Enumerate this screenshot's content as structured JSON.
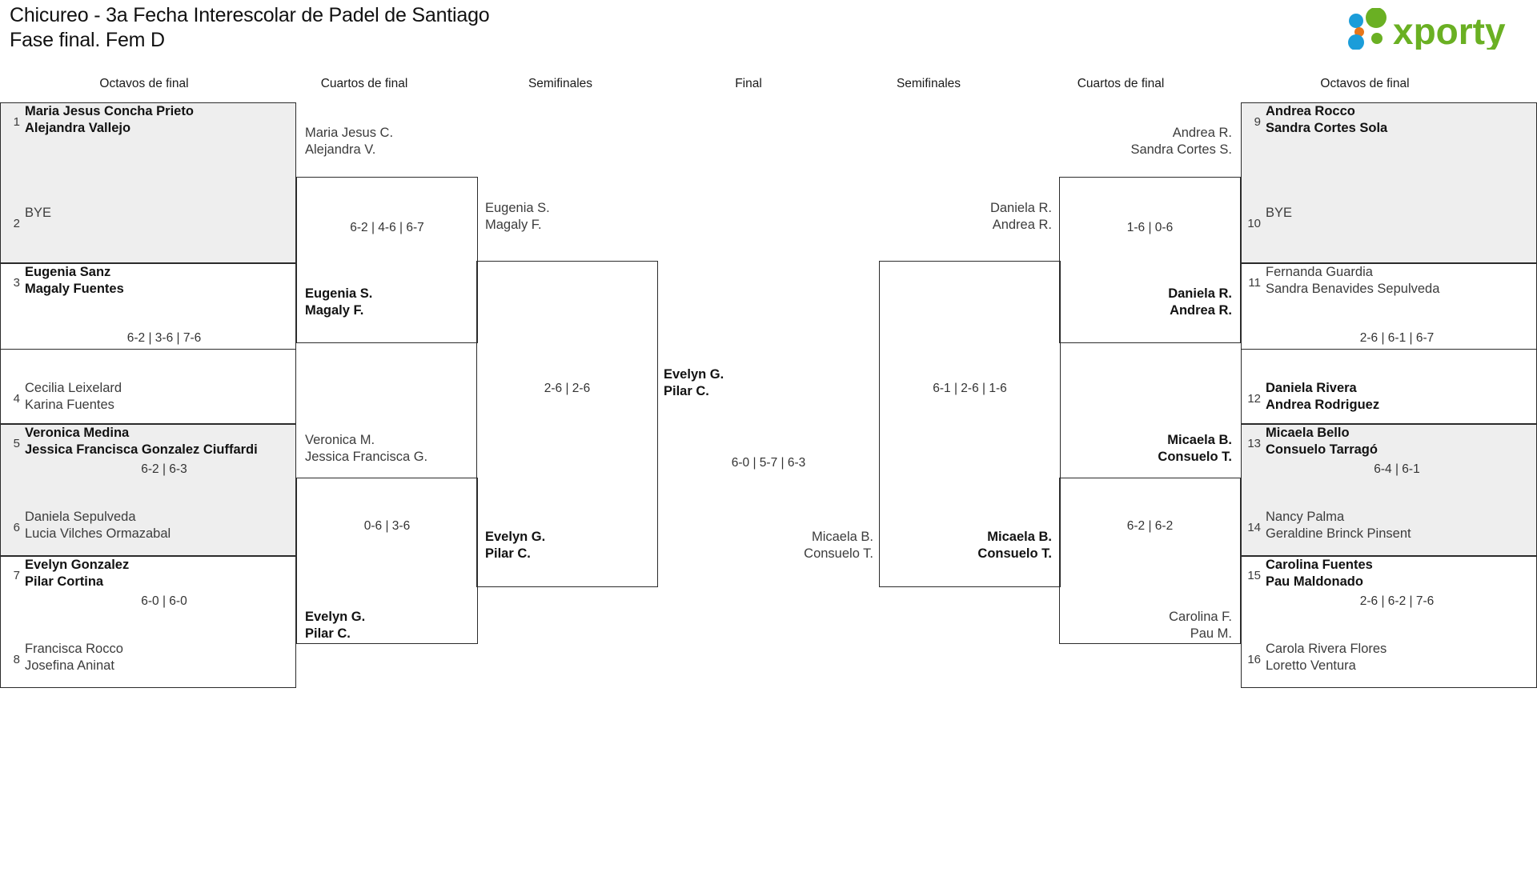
{
  "header": {
    "title_line1": "Chicureo - 3a Fecha Interescolar de Padel de Santiago",
    "title_line2": "Fase final. Fem D",
    "logo_text": "xporty",
    "logo_colors": {
      "green": "#6ab023",
      "blue": "#1b9dd9",
      "orange": "#e8761a"
    }
  },
  "round_labels": {
    "left_r16": "Octavos de final",
    "left_qf": "Cuartos de final",
    "left_sf": "Semifinales",
    "final": "Final",
    "right_sf": "Semifinales",
    "right_qf": "Cuartos de final",
    "right_r16": "Octavos de final"
  },
  "left_r16": [
    {
      "shaded": true,
      "top": {
        "seed": "1",
        "lines": [
          "Maria Jesus Concha Prieto",
          "Alejandra Vallejo"
        ],
        "winner": true
      },
      "bottom": {
        "seed": "2",
        "lines": [
          "BYE"
        ],
        "winner": false,
        "is_bye": true
      },
      "score": ""
    },
    {
      "shaded": false,
      "top": {
        "seed": "3",
        "lines": [
          "Eugenia Sanz",
          "Magaly Fuentes"
        ],
        "winner": true
      },
      "bottom": {
        "seed": "4",
        "lines": [
          "Cecilia Leixelard",
          "Karina Fuentes"
        ],
        "winner": false
      },
      "score": "6-2 | 3-6 | 7-6"
    },
    {
      "shaded": true,
      "top": {
        "seed": "5",
        "lines": [
          "Veronica Medina",
          "Jessica Francisca Gonzalez Ciuffardi"
        ],
        "winner": true
      },
      "bottom": {
        "seed": "6",
        "lines": [
          "Daniela Sepulveda",
          "Lucia Vilches Ormazabal"
        ],
        "winner": false
      },
      "score": "6-2 | 6-3"
    },
    {
      "shaded": false,
      "top": {
        "seed": "7",
        "lines": [
          "Evelyn Gonzalez",
          "Pilar Cortina"
        ],
        "winner": true
      },
      "bottom": {
        "seed": "8",
        "lines": [
          "Francisca Rocco",
          "Josefina Aninat"
        ],
        "winner": false
      },
      "score": "6-0 | 6-0"
    }
  ],
  "right_r16": [
    {
      "shaded": true,
      "top": {
        "seed": "9",
        "lines": [
          "Andrea Rocco",
          "Sandra Cortes Sola"
        ],
        "winner": true
      },
      "bottom": {
        "seed": "10",
        "lines": [
          "BYE"
        ],
        "winner": false,
        "is_bye": true
      },
      "score": ""
    },
    {
      "shaded": false,
      "top": {
        "seed": "11",
        "lines": [
          "Fernanda Guardia",
          "Sandra Benavides Sepulveda"
        ],
        "winner": false
      },
      "bottom": {
        "seed": "12",
        "lines": [
          "Daniela Rivera",
          "Andrea Rodriguez"
        ],
        "winner": true
      },
      "score": "2-6 | 6-1 | 6-7"
    },
    {
      "shaded": true,
      "top": {
        "seed": "13",
        "lines": [
          "Micaela Bello",
          "Consuelo Tarragó"
        ],
        "winner": true
      },
      "bottom": {
        "seed": "14",
        "lines": [
          "Nancy Palma",
          "Geraldine Brinck Pinsent"
        ],
        "winner": false
      },
      "score": "6-4 | 6-1"
    },
    {
      "shaded": false,
      "top": {
        "seed": "15",
        "lines": [
          "Carolina Fuentes",
          "Pau Maldonado"
        ],
        "winner": true
      },
      "bottom": {
        "seed": "16",
        "lines": [
          "Carola Rivera Flores",
          "Loretto Ventura"
        ],
        "winner": false
      },
      "score": "2-6 | 6-2 | 7-6"
    }
  ],
  "left_qf": [
    {
      "top": {
        "lines": [
          "Maria Jesus C.",
          "Alejandra V."
        ],
        "winner": false
      },
      "bottom": {
        "lines": [
          "Eugenia S.",
          "Magaly F."
        ],
        "winner": true
      },
      "score": "6-2 | 4-6 | 6-7"
    },
    {
      "top": {
        "lines": [
          "Veronica M.",
          "Jessica Francisca G."
        ],
        "winner": false
      },
      "bottom": {
        "lines": [
          "Evelyn G.",
          "Pilar C."
        ],
        "winner": true
      },
      "score": "0-6 | 3-6"
    }
  ],
  "right_qf": [
    {
      "top": {
        "lines": [
          "Andrea R.",
          "Sandra Cortes S."
        ],
        "winner": false
      },
      "bottom": {
        "lines": [
          "Daniela R.",
          "Andrea R."
        ],
        "winner": true
      },
      "score": "1-6 | 0-6"
    },
    {
      "top": {
        "lines": [
          "Micaela B.",
          "Consuelo T."
        ],
        "winner": true
      },
      "bottom": {
        "lines": [
          "Carolina F.",
          "Pau M."
        ],
        "winner": false
      },
      "score": "6-2 | 6-2"
    }
  ],
  "left_sf": {
    "top": {
      "lines": [
        "Eugenia S.",
        "Magaly F."
      ],
      "winner": false
    },
    "bottom": {
      "lines": [
        "Evelyn G.",
        "Pilar C."
      ],
      "winner": true
    },
    "score": "2-6 | 2-6"
  },
  "right_sf": {
    "top": {
      "lines": [
        "Daniela R.",
        "Andrea R."
      ],
      "winner": false
    },
    "bottom": {
      "lines": [
        "Micaela B.",
        "Consuelo T."
      ],
      "winner": true
    },
    "score": "6-1 | 2-6 | 1-6"
  },
  "final": {
    "top": {
      "lines": [
        "Evelyn G.",
        "Pilar C."
      ],
      "winner": true
    },
    "bottom": {
      "lines": [
        "Micaela B.",
        "Consuelo T."
      ],
      "winner": false
    },
    "score": "6-0 | 5-7 | 6-3"
  }
}
